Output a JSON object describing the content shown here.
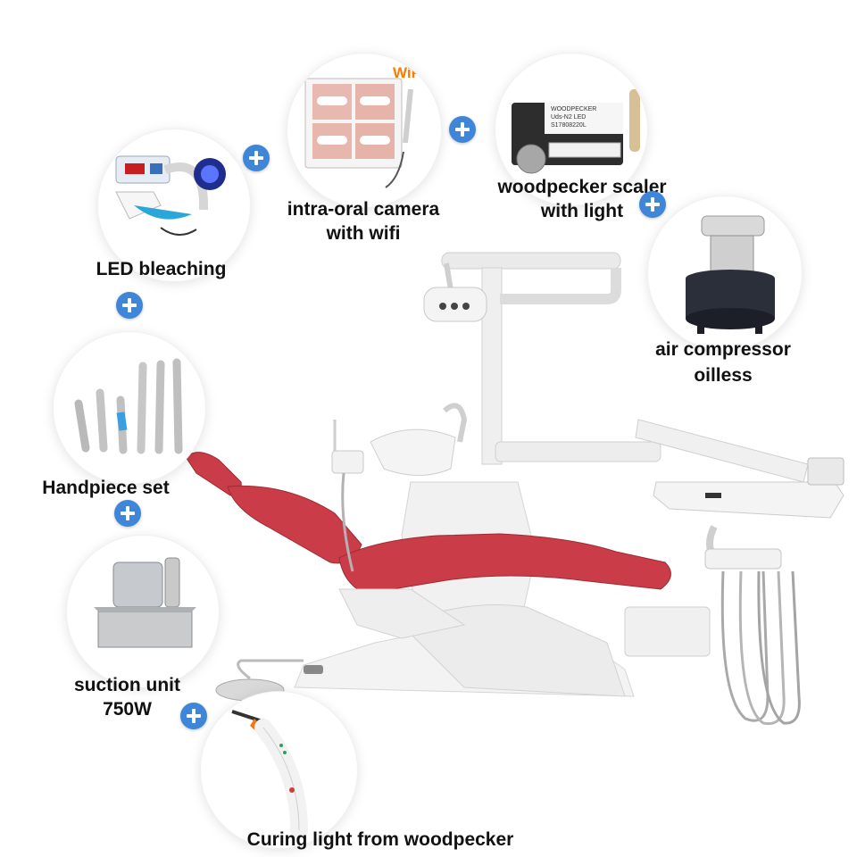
{
  "accessories": [
    {
      "id": "led-bleaching",
      "label": "LED bleaching"
    },
    {
      "id": "intra-oral-camera",
      "label": "intra-oral camera\nwith wifi",
      "badge": "WiFi"
    },
    {
      "id": "woodpecker-scaler",
      "label": "woodpecker scaler\nwith light",
      "device_text": [
        "WOODPECKER",
        "Uds-N2 LED",
        "S17808220L"
      ]
    },
    {
      "id": "air-compressor",
      "label": "air compressor\noilless"
    },
    {
      "id": "handpiece-set",
      "label": "Handpiece set"
    },
    {
      "id": "suction-unit",
      "label": "suction unit\n750W"
    },
    {
      "id": "curing-light",
      "label": "Curing light from woodpecker"
    }
  ],
  "colors": {
    "accent": "#3f86d9",
    "upholstery": "#c93c48",
    "unit_body": "#f2f2f2"
  },
  "icons": [
    "plus-icon",
    "dental-chair-image"
  ]
}
